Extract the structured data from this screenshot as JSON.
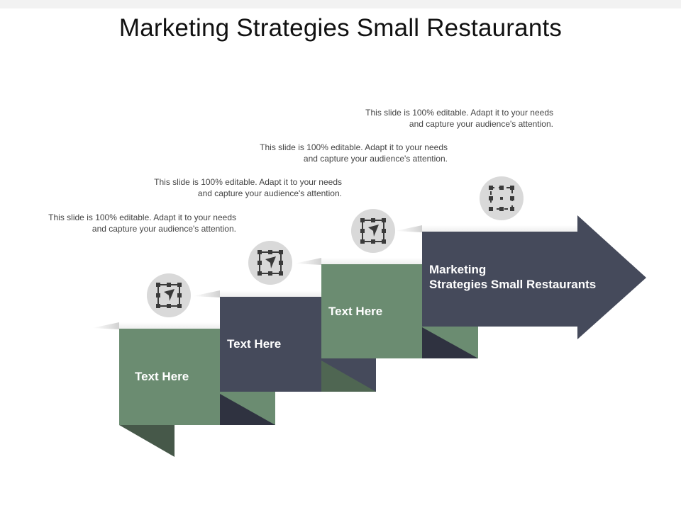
{
  "title": "Marketing Strategies Small Restaurants",
  "steps": [
    {
      "label": "Text Here",
      "description": "This slide is 100% editable. Adapt it to your needs and capture your audience's attention.",
      "icon": "cursor-select-icon",
      "color": "#6b8c71"
    },
    {
      "label": "Text Here",
      "description": "This slide is 100% editable. Adapt it to your needs and capture your audience's attention.",
      "icon": "cursor-select-icon",
      "color": "#454a5b"
    },
    {
      "label": "Text Here",
      "description": "This slide is 100% editable. Adapt it to your needs and capture your audience's attention.",
      "icon": "cursor-select-icon",
      "color": "#6b8c71"
    },
    {
      "label": "Marketing\nStrategies Small Restaurants",
      "description": "This slide is 100% editable. Adapt it to your needs and capture your audience's attention.",
      "icon": "selection-square-icon",
      "color": "#454a5b"
    }
  ]
}
